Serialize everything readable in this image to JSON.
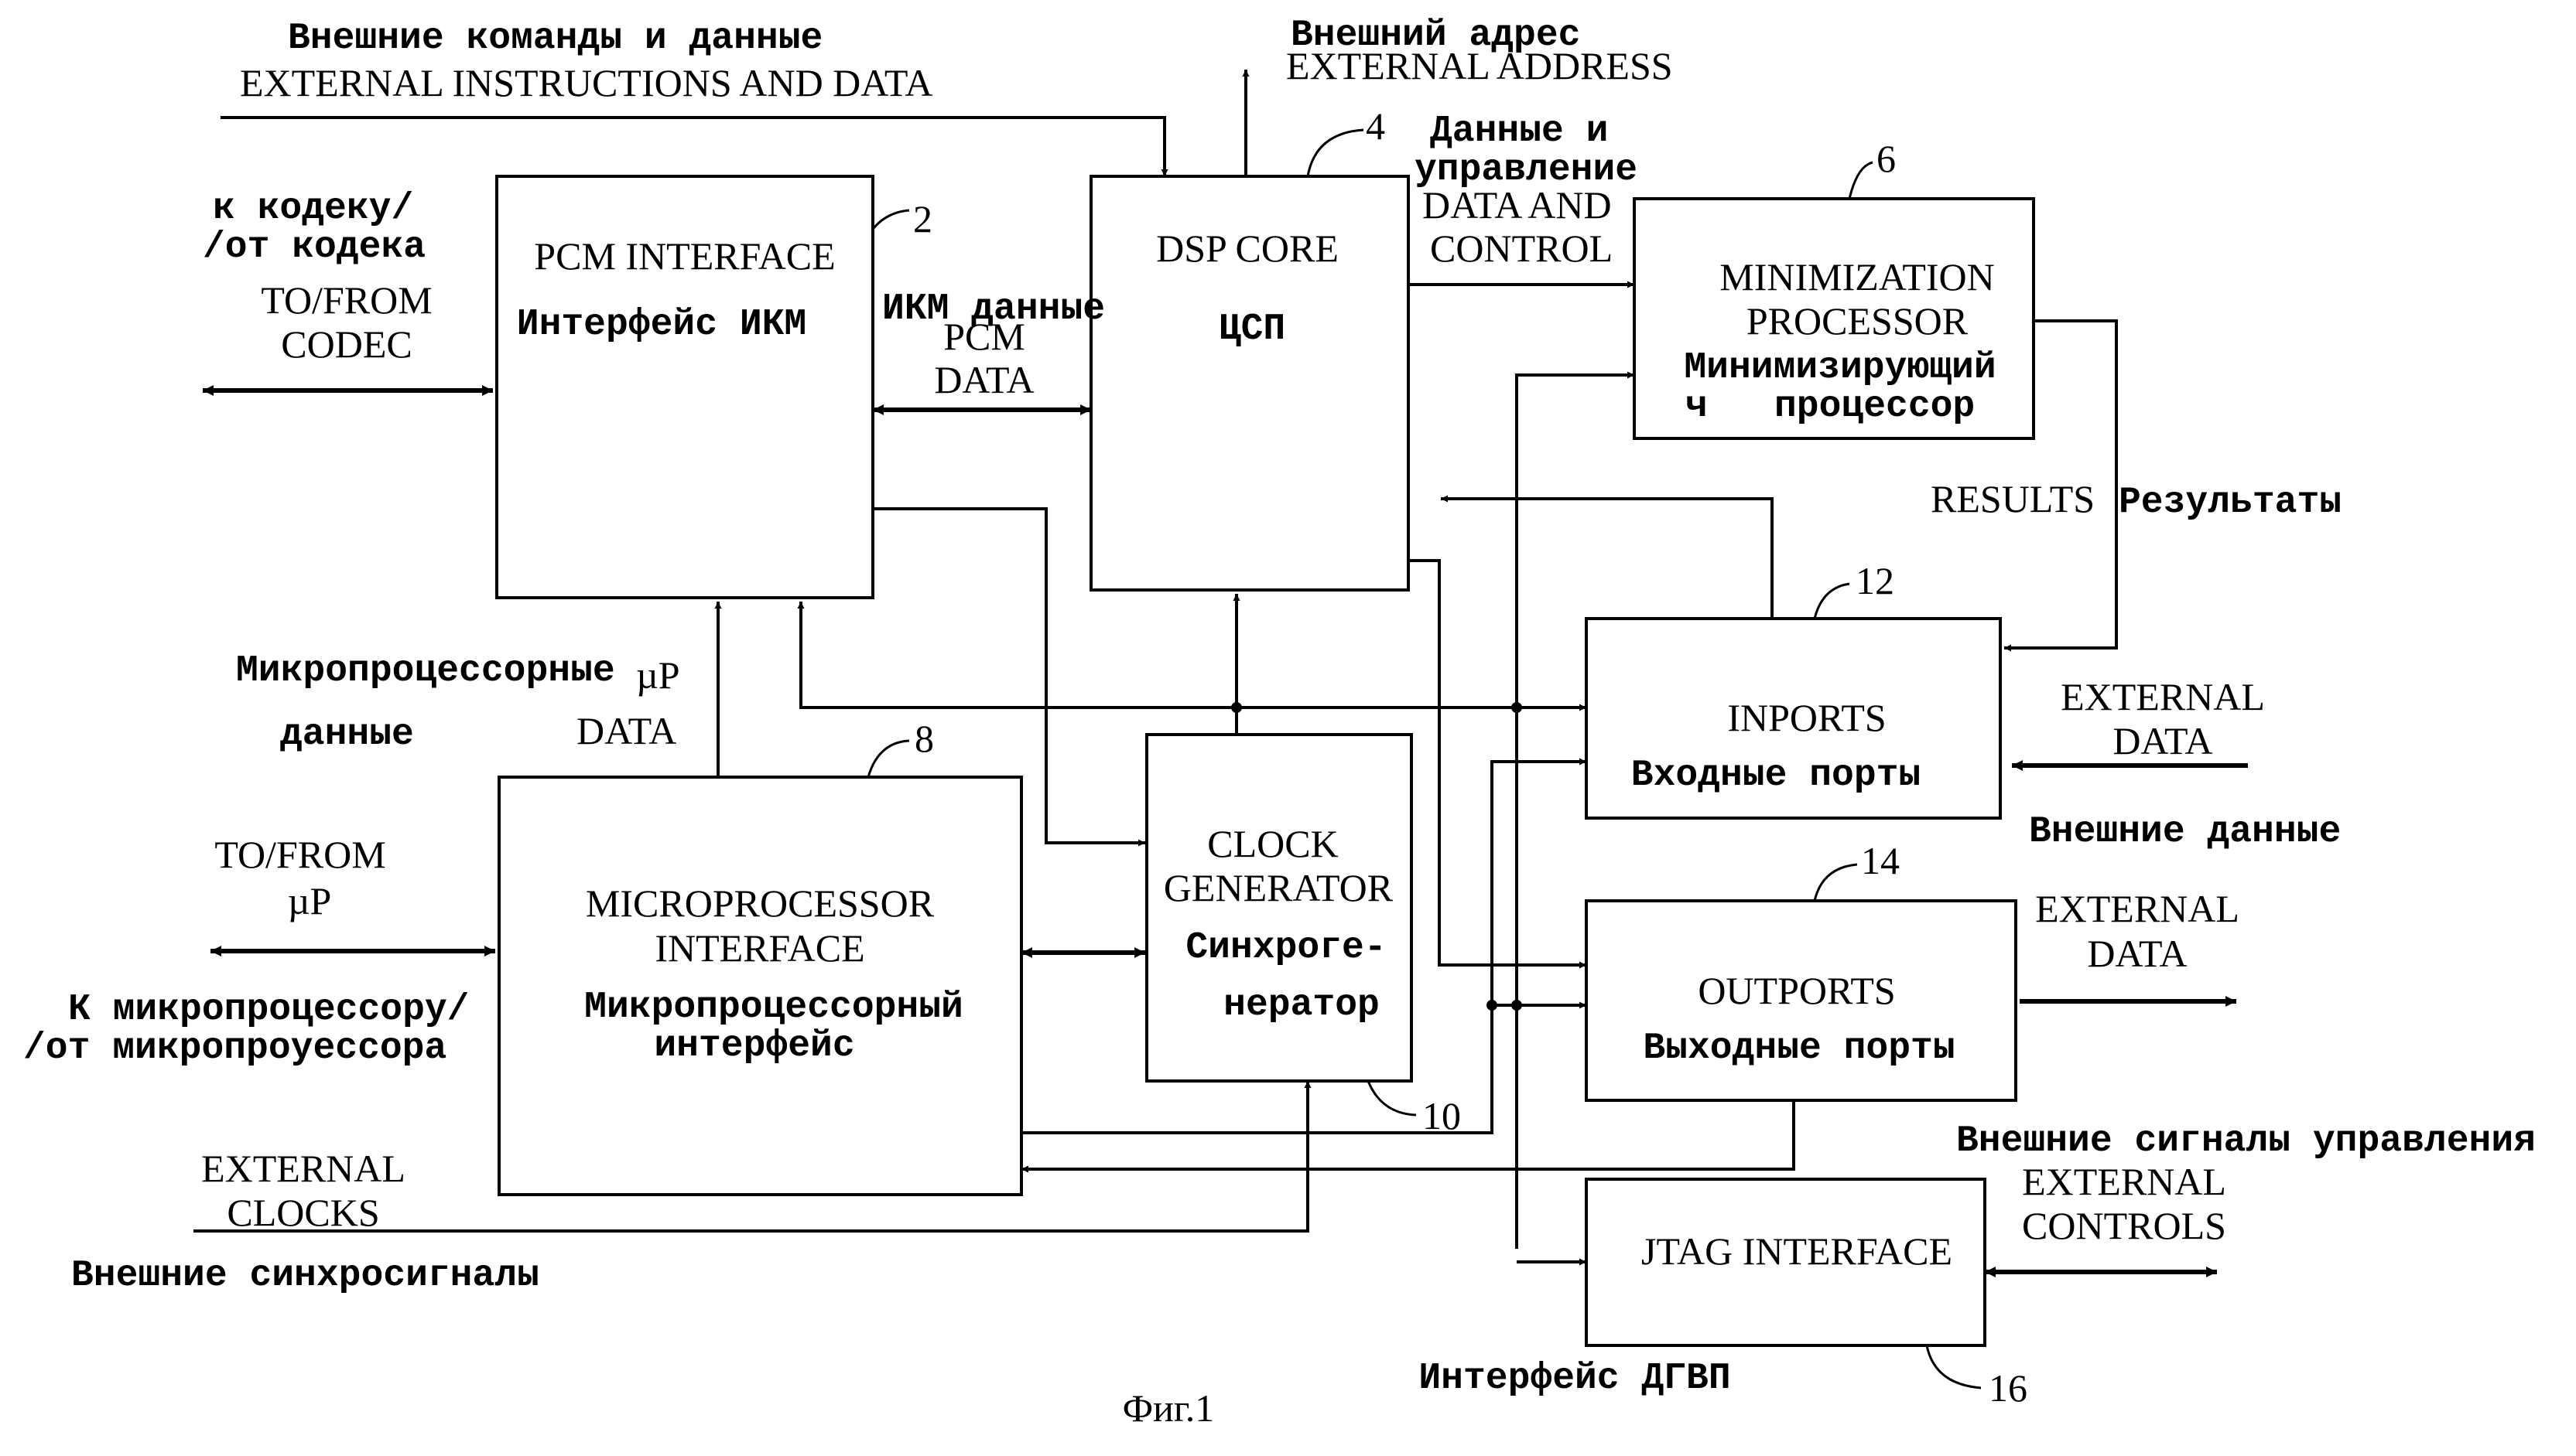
{
  "blocks": {
    "pcm": {
      "number": "2",
      "title_en": "PCM INTERFACE",
      "title_ru": "Интерфейс ИКМ"
    },
    "dsp": {
      "number": "4",
      "title_en": "DSP CORE",
      "title_ru": "ЦСП"
    },
    "minproc": {
      "number": "6",
      "title_en_1": "MINIMIZATION",
      "title_en_2": "PROCESSOR",
      "title_ru_1": "Минимизирующий",
      "title_ru_2": "ч   процессор"
    },
    "mpi": {
      "number": "8",
      "title_en_1": "MICROPROCESSOR",
      "title_en_2": "INTERFACE",
      "title_ru_1": "Микропроцессорный",
      "title_ru_2": "интерфейс"
    },
    "clock": {
      "number": "10",
      "title_en_1": "CLOCK",
      "title_en_2": "GENERATOR",
      "title_ru_1": "Синхроге-",
      "title_ru_2": "нератор"
    },
    "inports": {
      "number": "12",
      "title_en": "INPORTS",
      "title_ru": "Входные порты"
    },
    "outports": {
      "number": "14",
      "title_en": "OUTPORTS",
      "title_ru": "Выходные порты"
    },
    "jtag": {
      "number": "16",
      "title_en": "JTAG INTERFACE",
      "title_ru": "Интерфейс ДГВП"
    }
  },
  "labels": {
    "ext_instr_ru": "Внешние команды и данные",
    "ext_instr_en": "EXTERNAL INSTRUCTIONS AND DATA",
    "ext_addr_ru": "Внешний адрес",
    "ext_addr_en": "EXTERNAL ADDRESS",
    "codec_ru_1": "к кодеку/",
    "codec_ru_2": "/от кодека",
    "codec_en_1": "TO/FROM",
    "codec_en_2": "CODEC",
    "pcm_data_ru": "ИКМ данные",
    "pcm_data_en_1": "PCM",
    "pcm_data_en_2": "DATA",
    "dc_ru_1": "Данные и",
    "dc_ru_2": "управление",
    "dc_en_1": "DATA AND",
    "dc_en_2": "CONTROL",
    "results_en": "RESULTS",
    "results_ru": "Результаты",
    "up_data_ru_1": "Микропроцессорные",
    "up_data_ru_2": "данные",
    "up_data_en_1": "µP",
    "up_data_en_2": "DATA",
    "ext_data_in_en_1": "EXTERNAL",
    "ext_data_in_en_2": "DATA",
    "ext_data_in_ru": "Внешние данные",
    "up_en_1": "TO/FROM",
    "up_en_2": "µP",
    "up_ru_1": "К микропроцессору/",
    "up_ru_2": "/от микропроуессора",
    "ext_data_out_en_1": "EXTERNAL",
    "ext_data_out_en_2": "DATA",
    "ext_ctrl_ru": "Внешние сигналы управления",
    "ext_ctrl_en_1": "EXTERNAL",
    "ext_ctrl_en_2": "CONTROLS",
    "ext_clk_en_1": "EXTERNAL",
    "ext_clk_en_2": "CLOCKS",
    "ext_clk_ru": "Внешние синхросигналы",
    "figure_caption": "Фиг.1"
  }
}
